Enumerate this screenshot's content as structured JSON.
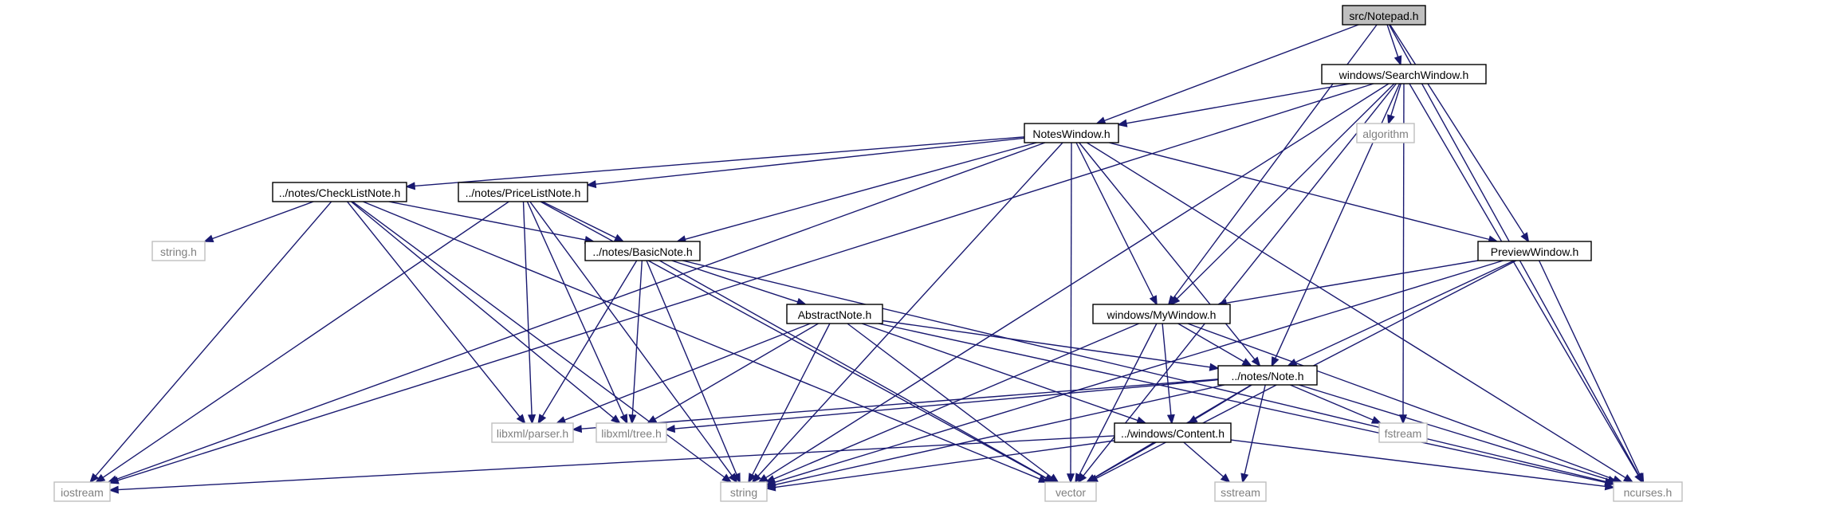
{
  "graph": {
    "nodes": [
      {
        "id": "notepad",
        "label": "src/Notepad.h",
        "kind": "root"
      },
      {
        "id": "search",
        "label": "windows/SearchWindow.h",
        "kind": "local"
      },
      {
        "id": "notes",
        "label": "NotesWindow.h",
        "kind": "local"
      },
      {
        "id": "algorithm",
        "label": "algorithm",
        "kind": "system"
      },
      {
        "id": "checklist",
        "label": "../notes/CheckListNote.h",
        "kind": "local"
      },
      {
        "id": "pricelist",
        "label": "../notes/PriceListNote.h",
        "kind": "local"
      },
      {
        "id": "stringh",
        "label": "string.h",
        "kind": "system"
      },
      {
        "id": "basic",
        "label": "../notes/BasicNote.h",
        "kind": "local"
      },
      {
        "id": "preview",
        "label": "PreviewWindow.h",
        "kind": "local"
      },
      {
        "id": "abstract",
        "label": "AbstractNote.h",
        "kind": "local"
      },
      {
        "id": "mywindow",
        "label": "windows/MyWindow.h",
        "kind": "local"
      },
      {
        "id": "note",
        "label": "../notes/Note.h",
        "kind": "local"
      },
      {
        "id": "parser",
        "label": "libxml/parser.h",
        "kind": "system"
      },
      {
        "id": "tree",
        "label": "libxml/tree.h",
        "kind": "system"
      },
      {
        "id": "content",
        "label": "../windows/Content.h",
        "kind": "local"
      },
      {
        "id": "fstream",
        "label": "fstream",
        "kind": "system"
      },
      {
        "id": "iostream",
        "label": "iostream",
        "kind": "system"
      },
      {
        "id": "string",
        "label": "string",
        "kind": "system"
      },
      {
        "id": "vector",
        "label": "vector",
        "kind": "system"
      },
      {
        "id": "sstream",
        "label": "sstream",
        "kind": "system"
      },
      {
        "id": "ncurses",
        "label": "ncurses.h",
        "kind": "system"
      }
    ],
    "edges": [
      [
        "notepad",
        "search"
      ],
      [
        "notepad",
        "notes"
      ],
      [
        "notepad",
        "mywindow"
      ],
      [
        "notepad",
        "preview"
      ],
      [
        "notepad",
        "ncurses"
      ],
      [
        "search",
        "notes"
      ],
      [
        "search",
        "algorithm"
      ],
      [
        "search",
        "iostream"
      ],
      [
        "search",
        "string"
      ],
      [
        "search",
        "mywindow"
      ],
      [
        "search",
        "note"
      ],
      [
        "search",
        "fstream"
      ],
      [
        "search",
        "vector"
      ],
      [
        "search",
        "ncurses"
      ],
      [
        "notes",
        "checklist"
      ],
      [
        "notes",
        "pricelist"
      ],
      [
        "notes",
        "basic"
      ],
      [
        "notes",
        "preview"
      ],
      [
        "notes",
        "mywindow"
      ],
      [
        "notes",
        "note"
      ],
      [
        "notes",
        "iostream"
      ],
      [
        "notes",
        "string"
      ],
      [
        "notes",
        "vector"
      ],
      [
        "notes",
        "ncurses"
      ],
      [
        "checklist",
        "basic"
      ],
      [
        "checklist",
        "stringh"
      ],
      [
        "checklist",
        "iostream"
      ],
      [
        "checklist",
        "parser"
      ],
      [
        "checklist",
        "tree"
      ],
      [
        "checklist",
        "string"
      ],
      [
        "checklist",
        "vector"
      ],
      [
        "pricelist",
        "basic"
      ],
      [
        "pricelist",
        "iostream"
      ],
      [
        "pricelist",
        "parser"
      ],
      [
        "pricelist",
        "tree"
      ],
      [
        "pricelist",
        "string"
      ],
      [
        "pricelist",
        "vector"
      ],
      [
        "basic",
        "abstract"
      ],
      [
        "basic",
        "parser"
      ],
      [
        "basic",
        "tree"
      ],
      [
        "basic",
        "string"
      ],
      [
        "basic",
        "vector"
      ],
      [
        "basic",
        "ncurses"
      ],
      [
        "preview",
        "mywindow"
      ],
      [
        "preview",
        "note"
      ],
      [
        "preview",
        "string"
      ],
      [
        "preview",
        "vector"
      ],
      [
        "preview",
        "ncurses"
      ],
      [
        "abstract",
        "note"
      ],
      [
        "abstract",
        "content"
      ],
      [
        "abstract",
        "parser"
      ],
      [
        "abstract",
        "tree"
      ],
      [
        "abstract",
        "string"
      ],
      [
        "abstract",
        "vector"
      ],
      [
        "abstract",
        "ncurses"
      ],
      [
        "mywindow",
        "note"
      ],
      [
        "mywindow",
        "content"
      ],
      [
        "mywindow",
        "string"
      ],
      [
        "mywindow",
        "vector"
      ],
      [
        "mywindow",
        "ncurses"
      ],
      [
        "note",
        "content"
      ],
      [
        "note",
        "parser"
      ],
      [
        "note",
        "tree"
      ],
      [
        "note",
        "fstream"
      ],
      [
        "note",
        "string"
      ],
      [
        "note",
        "vector"
      ],
      [
        "note",
        "sstream"
      ],
      [
        "note",
        "ncurses"
      ],
      [
        "content",
        "iostream"
      ],
      [
        "content",
        "string"
      ],
      [
        "content",
        "vector"
      ],
      [
        "content",
        "sstream"
      ],
      [
        "content",
        "ncurses"
      ]
    ]
  }
}
